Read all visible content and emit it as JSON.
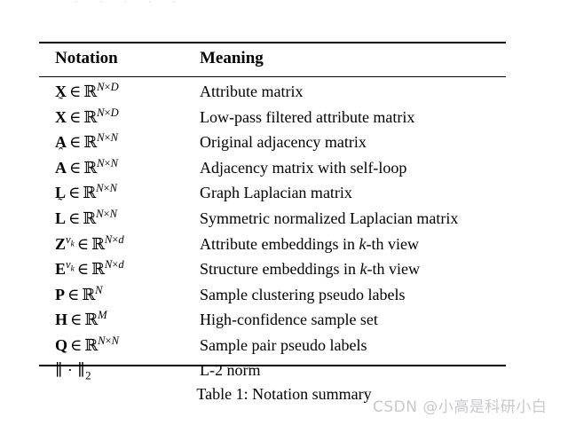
{
  "document": {
    "crop_remnant_text": "· · ·  ·  ·",
    "table": {
      "headers": {
        "notation": "Notation",
        "meaning": "Meaning"
      },
      "rows": [
        {
          "notation_plain": "X ∈ ℝ^{N×D}",
          "meaning": "Attribute matrix"
        },
        {
          "notation_plain": "X̃ ∈ ℝ^{N×D}",
          "meaning": "Low-pass filtered attribute matrix"
        },
        {
          "notation_plain": "A ∈ ℝ^{N×N}",
          "meaning": "Original adjacency matrix"
        },
        {
          "notation_plain": "Â ∈ ℝ^{N×N}",
          "meaning": "Adjacency matrix with self-loop"
        },
        {
          "notation_plain": "L ∈ ℝ^{N×N}",
          "meaning": "Graph Laplacian matrix"
        },
        {
          "notation_plain": "L̃ ∈ ℝ^{N×N}",
          "meaning": "Symmetric normalized Laplacian matrix"
        },
        {
          "notation_plain": "Z^{v_k} ∈ ℝ^{N×d}",
          "meaning": "Attribute embeddings in k-th view"
        },
        {
          "notation_plain": "E^{v_k} ∈ ℝ^{N×d}",
          "meaning": "Structure embeddings in k-th view"
        },
        {
          "notation_plain": "P ∈ ℝ^{N}",
          "meaning": "Sample clustering pseudo labels"
        },
        {
          "notation_plain": "H ∈ ℝ^{M}",
          "meaning": "High-confidence sample set"
        },
        {
          "notation_plain": "Q ∈ ℝ^{N×N}",
          "meaning": "Sample pair pseudo labels"
        },
        {
          "notation_plain": "‖ · ‖₂",
          "meaning": "L-2 norm"
        }
      ],
      "symbols": {
        "element_of": "∈",
        "blackboard_r": "ℝ",
        "times": "×",
        "tilde": "~",
        "hat": "^",
        "dot": "·",
        "double_bar": "∥"
      }
    },
    "caption": "Table 1: Notation summary",
    "watermark": "CSDN @小高是科研小白",
    "colors": {
      "text": "#000000",
      "rule": "#000000",
      "watermark": "#c9c9cc",
      "background": "#ffffff"
    }
  }
}
